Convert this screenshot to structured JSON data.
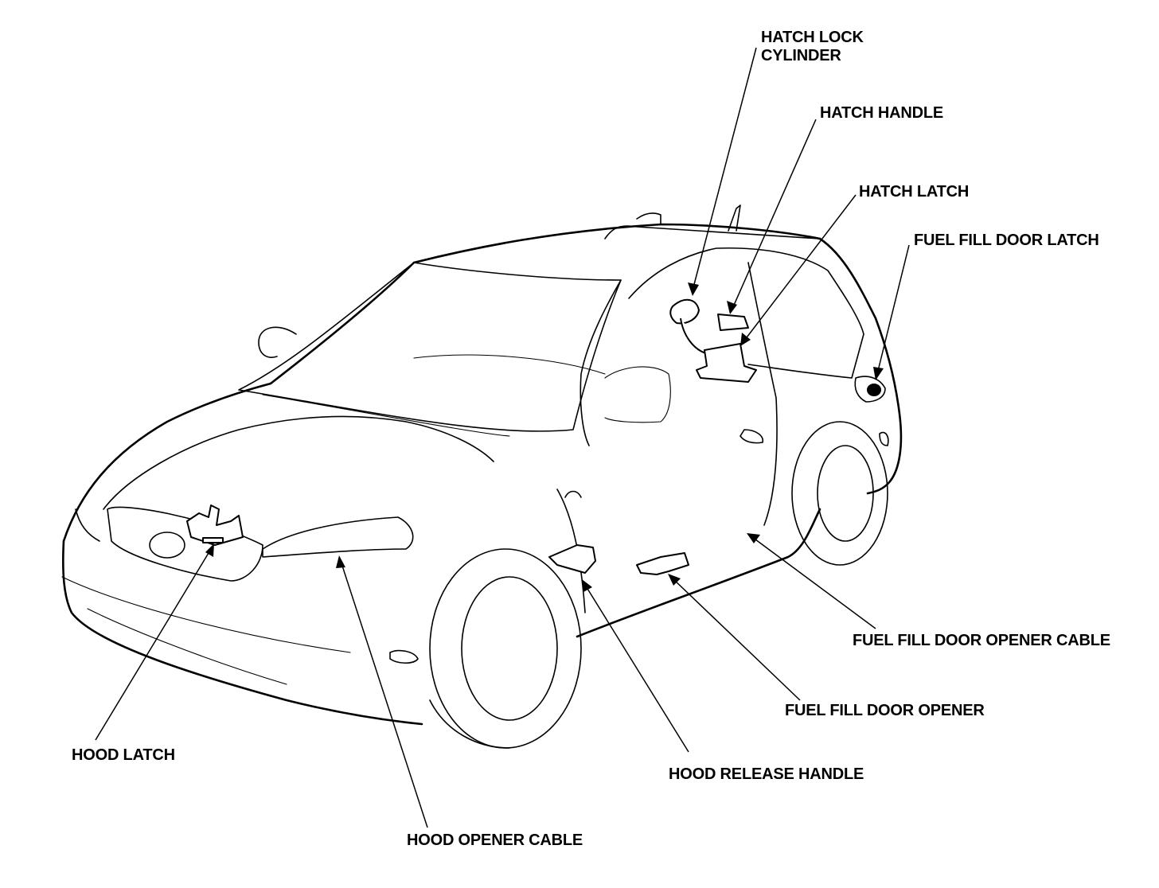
{
  "labels": {
    "hatch_lock_cylinder": [
      "HATCH LOCK",
      "CYLINDER"
    ],
    "hatch_handle": "HATCH HANDLE",
    "hatch_latch": "HATCH LATCH",
    "fuel_fill_door_latch": "FUEL FILL DOOR LATCH",
    "fuel_fill_door_opener_cable": "FUEL FILL DOOR OPENER CABLE",
    "fuel_fill_door_opener": "FUEL FILL DOOR OPENER",
    "hood_release_handle": "HOOD RELEASE HANDLE",
    "hood_opener_cable": "HOOD OPENER CABLE",
    "hood_latch": "HOOD LATCH"
  },
  "colors": {
    "ink": "#000000",
    "paper": "#ffffff"
  }
}
